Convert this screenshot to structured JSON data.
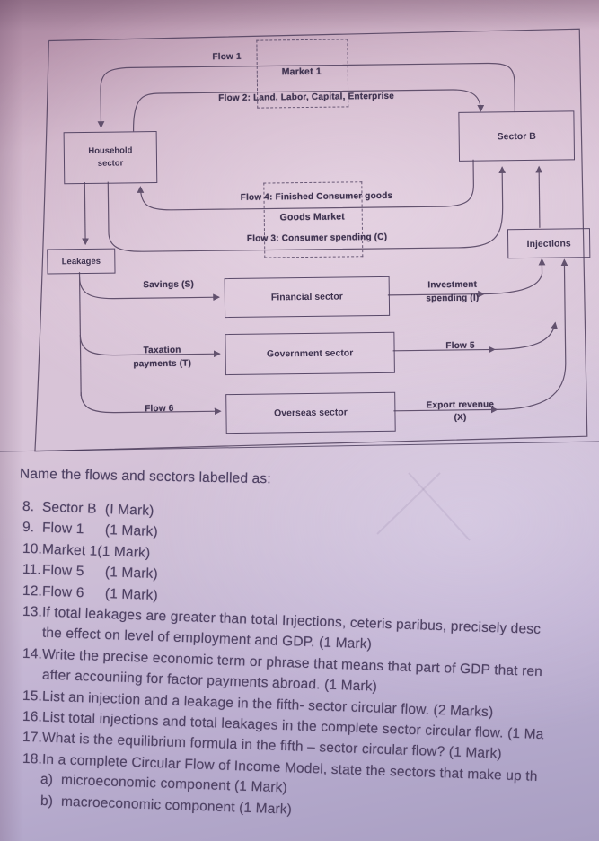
{
  "colors": {
    "paper_top": "#a3819a",
    "paper_middle": "#d9c3d6",
    "paper_bottom": "#a89ec2",
    "ink": "#4e3e5c"
  },
  "diagram": {
    "boxes": {
      "household_line1": "Household",
      "household_line2": "sector",
      "sector_b": "Sector B",
      "leakages": "Leakages",
      "injections": "Injections",
      "financial": "Financial sector",
      "government": "Government sector",
      "overseas": "Overseas sector",
      "market1": "Market 1",
      "goods_market": "Goods Market"
    },
    "flow_labels": {
      "flow1": "Flow 1",
      "flow2": "Flow 2: Land, Labor, Capital, Enterprise",
      "flow4": "Flow 4: Finished Consumer goods",
      "flow3": "Flow 3: Consumer spending (C)",
      "savings": "Savings (S)",
      "investment_line1": "Investment",
      "investment_line2": "spending (I)",
      "taxation_line1": "Taxation",
      "taxation_line2": "payments (T)",
      "flow5": "Flow 5",
      "flow6": "Flow 6",
      "export_line1": "Export revenue",
      "export_line2": "(X)"
    }
  },
  "questions": {
    "intro": "Name the flows and sectors labelled as:",
    "lines": [
      {
        "num": "8.",
        "text": "Sector B",
        "marks": "(I Mark)"
      },
      {
        "num": "9.",
        "text": "Flow 1",
        "marks": "(1 Mark)"
      },
      {
        "num": "10.",
        "text": "Market 1(1 Mark)",
        "marks": ""
      },
      {
        "num": "11.",
        "text": "Flow 5",
        "marks": "(1 Mark)"
      },
      {
        "num": "12.",
        "text": "Flow 6",
        "marks": "(1 Mark)"
      },
      {
        "num": "13.",
        "text": "If total leakages are greater than total Injections, ceteris paribus, precisely desc",
        "marks": ""
      },
      {
        "num": "",
        "text": "the effect on level of employment and GDP. (1 Mark)",
        "marks": ""
      },
      {
        "num": "14.",
        "text": "Write the precise economic term or phrase that means that part of GDP that ren",
        "marks": ""
      },
      {
        "num": "",
        "text": "after accouniing for factor payments abroad. (1 Mark)",
        "marks": ""
      },
      {
        "num": "15.",
        "text": "List an injection and a leakage in the fifth- sector circular flow. (2 Marks)",
        "marks": ""
      },
      {
        "num": "16.",
        "text": "List total injections and total leakages in the complete sector circular flow. (1 Ma",
        "marks": ""
      },
      {
        "num": "17.",
        "text": "What is the equilibrium formula in the fifth – sector circular flow? (1 Mark)",
        "marks": ""
      },
      {
        "num": "18.",
        "text": "In a complete Circular Flow of Income Model, state the sectors that make up th",
        "marks": ""
      },
      {
        "num": "a)",
        "text": "microeconomic component (1 Mark)",
        "marks": ""
      },
      {
        "num": "b)",
        "text": "macroeconomic component (1 Mark)",
        "marks": ""
      }
    ]
  }
}
